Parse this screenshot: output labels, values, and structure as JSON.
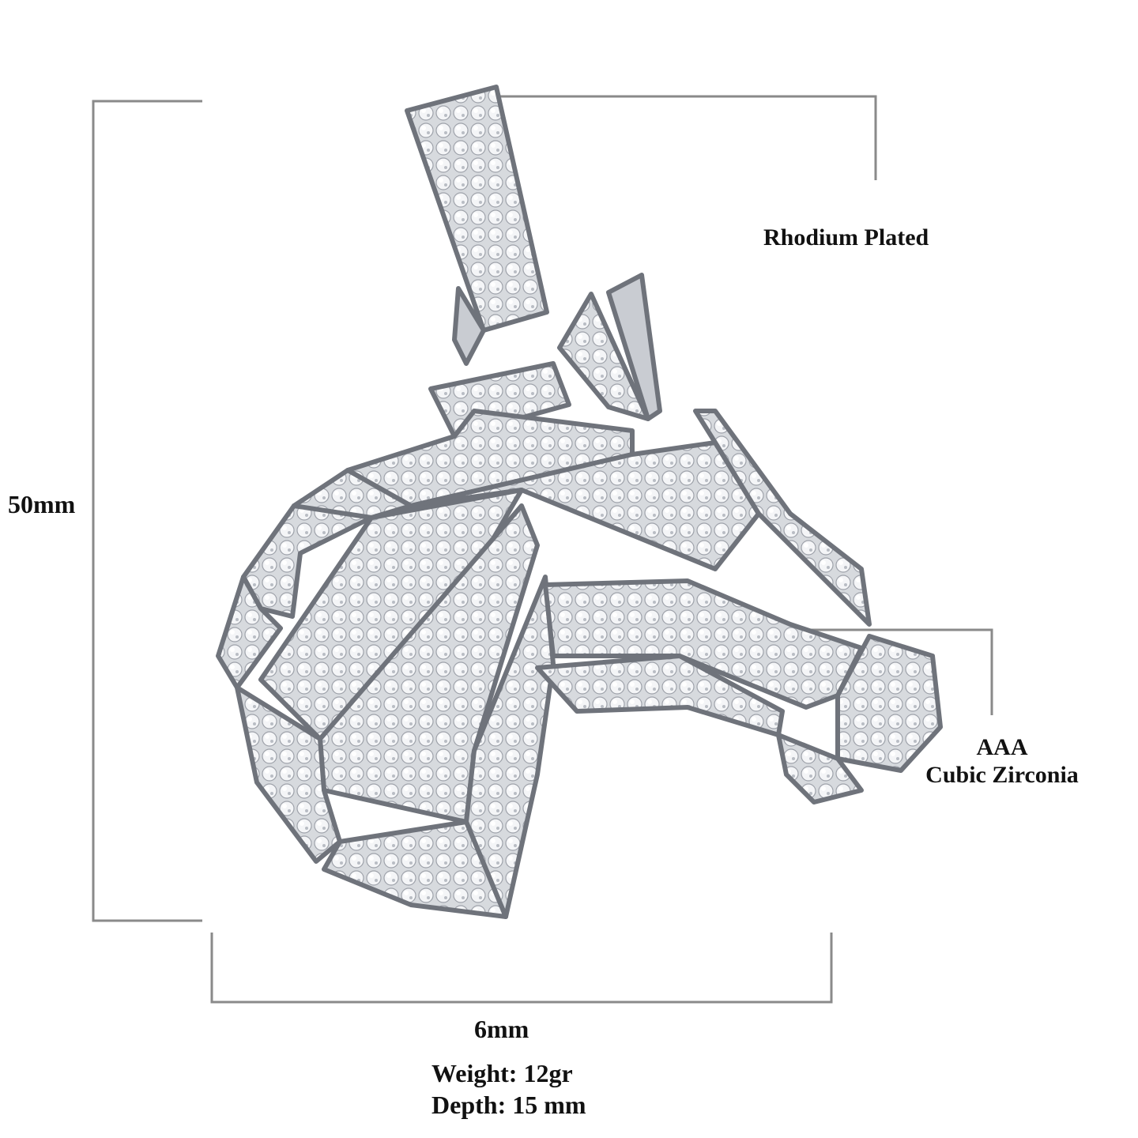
{
  "product": {
    "subject_icon": "horse-head-pendant-icon",
    "colors": {
      "dimension_line": "#8a8a8a",
      "metal": "#c9ccd2",
      "metal_dark": "#7d818a",
      "stone": "#eef0f3",
      "text": "#111111"
    }
  },
  "dimensions": {
    "height": "50mm",
    "width": "6mm"
  },
  "callouts": {
    "plating": "Rhodium Plated",
    "stone_grade": "AAA",
    "stone_type": "Cubic Zirconia"
  },
  "specs": {
    "weight": "Weight: 12gr",
    "depth": "Depth: 15 mm"
  }
}
